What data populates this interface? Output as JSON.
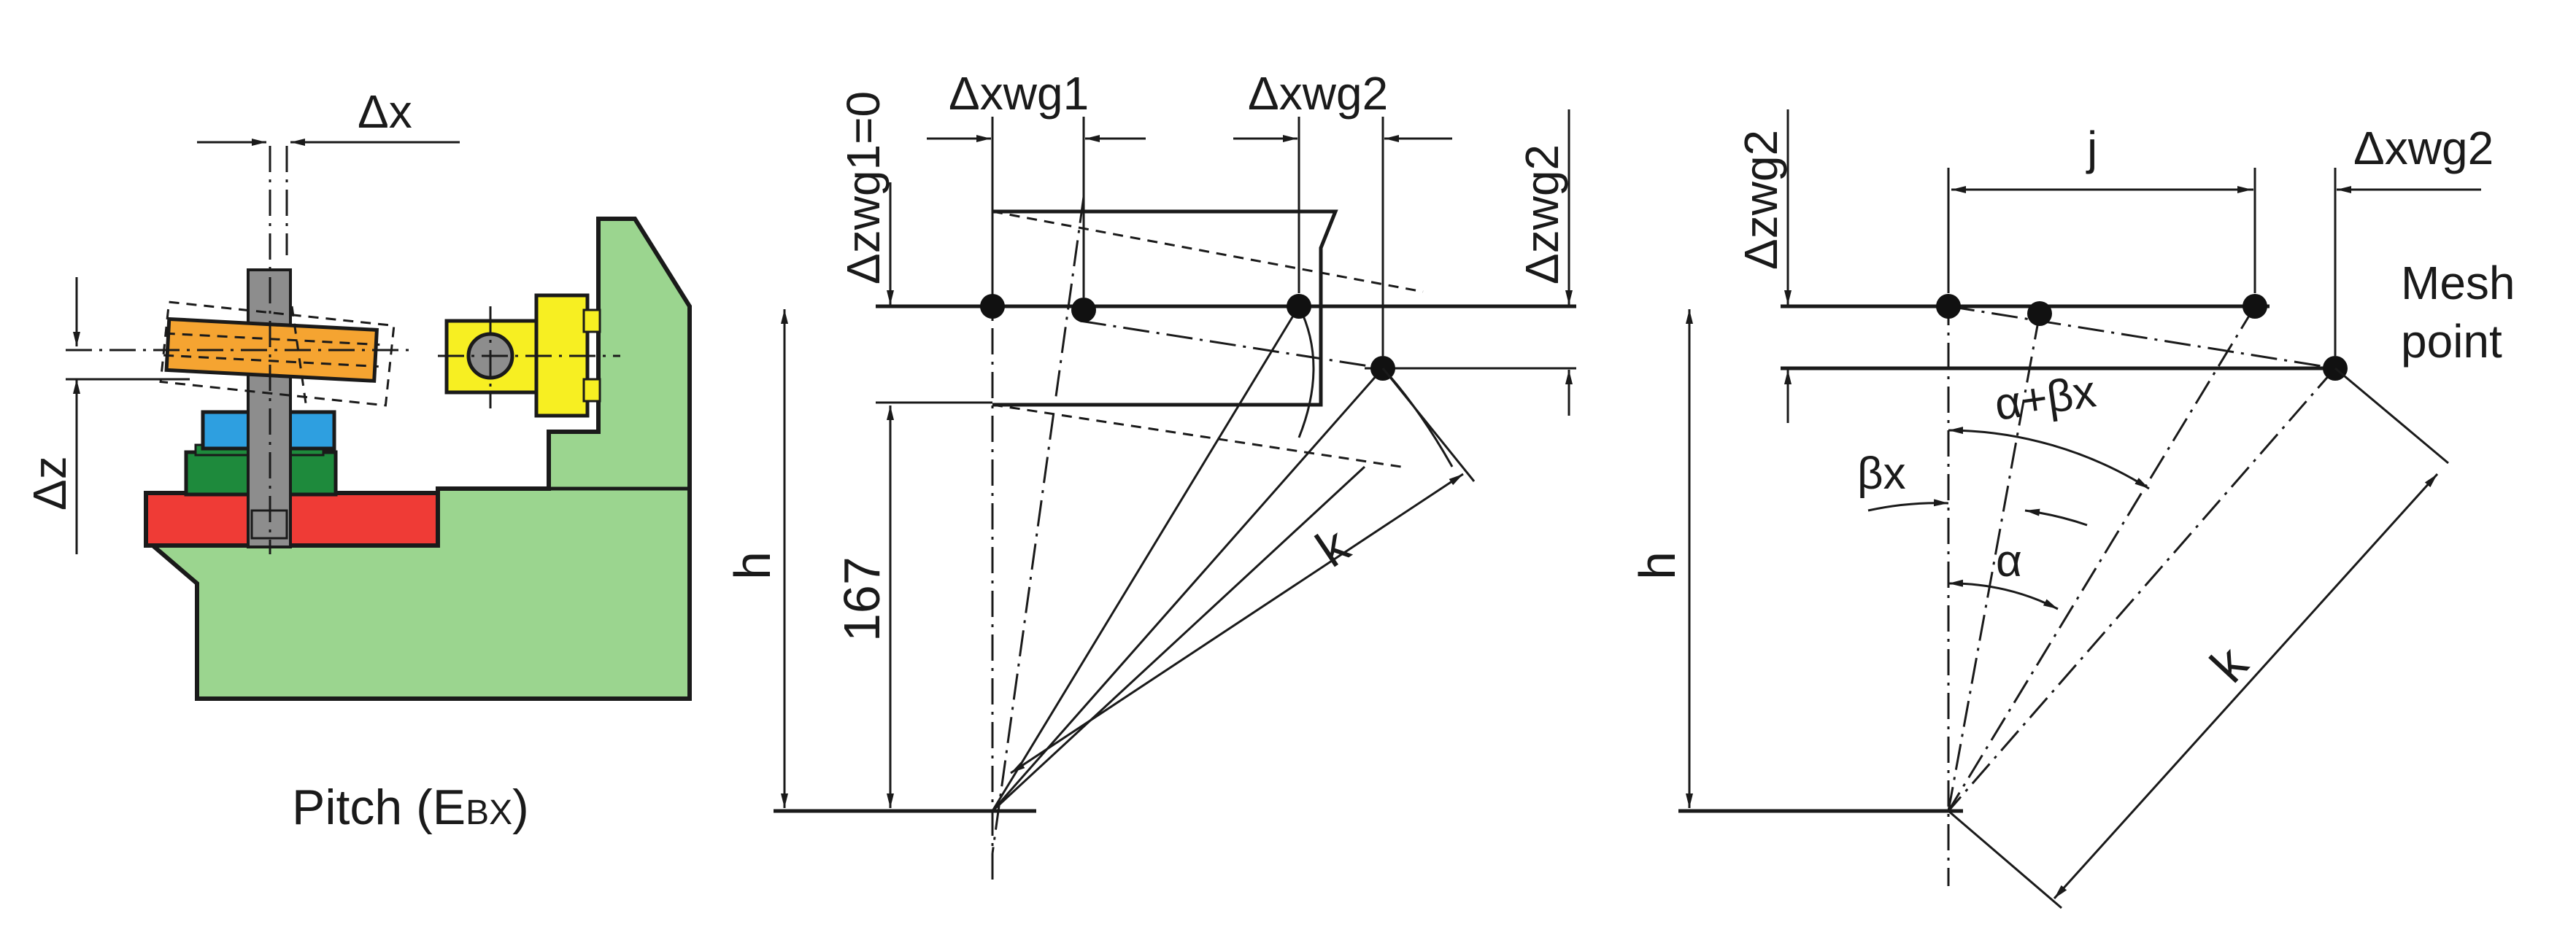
{
  "panel_left": {
    "caption_main": "Pitch (E",
    "caption_sub": "BX",
    "caption_close": ")",
    "label_dx": "Δx",
    "label_dz": "Δz",
    "colors": {
      "base": "#9bd58f",
      "table": "#ef3b36",
      "gear_orange": "#f5a431",
      "gear_blue": "#2e9fe0",
      "gear_green": "#1e8a3c",
      "holder_yellow": "#f7ef22",
      "shaft_grey": "#8d8d8d"
    }
  },
  "panel_mid": {
    "label_dzwg1": "Δzwg1=0",
    "label_dxwg1": "Δxwg1",
    "label_dxwg2": "Δxwg2",
    "label_dzwg2": "Δzwg2",
    "label_h": "h",
    "label_167": "167",
    "label_k": "k"
  },
  "panel_right": {
    "label_dzwg2": "Δzwg2",
    "label_j": "j",
    "label_dxwg2": "Δxwg2",
    "label_mesh_line1": "Mesh",
    "label_mesh_line2": "point",
    "label_h": "h",
    "label_alpha_beta": "α+βx",
    "label_beta": "βx",
    "label_alpha": "α",
    "label_k": "k"
  }
}
